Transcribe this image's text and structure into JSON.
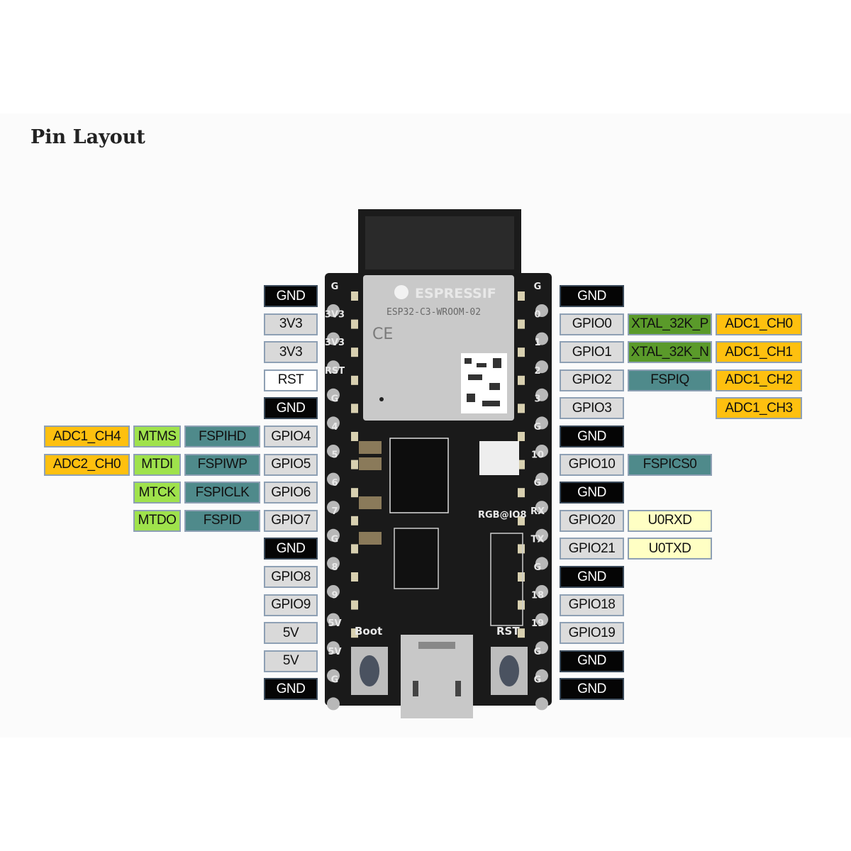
{
  "title": "Pin Layout",
  "colors": {
    "gnd": "#050505",
    "power": "#d9d9d9",
    "gpio": "#dcdcdc",
    "fspi": "#4f8a8b",
    "xtal": "#5a9a2a",
    "jtag": "#9fe24c",
    "adc": "#fec00f",
    "uart": "#ffffc4",
    "board": "#1a1a1a"
  },
  "board": {
    "module_brand": "ESPRESSIF",
    "module_model": "ESP32-C3-WROOM-02",
    "ce_mark": "CE",
    "rgb_label": "RGB@IO8",
    "boot_label": "Boot",
    "rst_label": "RST",
    "left_silk": [
      "G",
      "3V3",
      "3V3",
      "RST",
      "G",
      "4",
      "5",
      "6",
      "7",
      "G",
      "8",
      "9",
      "5V",
      "5V",
      "G"
    ],
    "right_silk": [
      "G",
      "0",
      "1",
      "2",
      "3",
      "G",
      "10",
      "G",
      "RX",
      "TX",
      "G",
      "18",
      "19",
      "G",
      "G"
    ]
  },
  "left_pins": [
    {
      "pin": "GND",
      "type": "gnd",
      "alts": []
    },
    {
      "pin": "3V3",
      "type": "pwr",
      "alts": []
    },
    {
      "pin": "3V3",
      "type": "pwr",
      "alts": []
    },
    {
      "pin": "RST",
      "type": "rst",
      "alts": []
    },
    {
      "pin": "GND",
      "type": "gnd",
      "alts": []
    },
    {
      "pin": "GPIO4",
      "type": "gpio",
      "alts": [
        {
          "label": "FSPIHD",
          "type": "fspi"
        },
        {
          "label": "MTMS",
          "type": "mt"
        },
        {
          "label": "ADC1_CH4",
          "type": "adc"
        }
      ]
    },
    {
      "pin": "GPIO5",
      "type": "gpio",
      "alts": [
        {
          "label": "FSPIWP",
          "type": "fspi"
        },
        {
          "label": "MTDI",
          "type": "mt"
        },
        {
          "label": "ADC2_CH0",
          "type": "adc"
        }
      ]
    },
    {
      "pin": "GPIO6",
      "type": "gpio",
      "alts": [
        {
          "label": "FSPICLK",
          "type": "fspi"
        },
        {
          "label": "MTCK",
          "type": "mt"
        }
      ]
    },
    {
      "pin": "GPIO7",
      "type": "gpio",
      "alts": [
        {
          "label": "FSPID",
          "type": "fspi"
        },
        {
          "label": "MTDO",
          "type": "mt"
        }
      ]
    },
    {
      "pin": "GND",
      "type": "gnd",
      "alts": []
    },
    {
      "pin": "GPIO8",
      "type": "gpio",
      "alts": []
    },
    {
      "pin": "GPIO9",
      "type": "gpio",
      "alts": []
    },
    {
      "pin": "5V",
      "type": "pwr",
      "alts": []
    },
    {
      "pin": "5V",
      "type": "pwr",
      "alts": []
    },
    {
      "pin": "GND",
      "type": "gnd",
      "alts": []
    }
  ],
  "right_pins": [
    {
      "pin": "GND",
      "type": "gnd",
      "alts": []
    },
    {
      "pin": "GPIO0",
      "type": "gpio",
      "alts": [
        {
          "label": "XTAL_32K_P",
          "type": "xtal"
        },
        {
          "label": "ADC1_CH0",
          "type": "adc"
        }
      ]
    },
    {
      "pin": "GPIO1",
      "type": "gpio",
      "alts": [
        {
          "label": "XTAL_32K_N",
          "type": "xtal"
        },
        {
          "label": "ADC1_CH1",
          "type": "adc"
        }
      ]
    },
    {
      "pin": "GPIO2",
      "type": "gpio",
      "alts": [
        {
          "label": "FSPIQ",
          "type": "fspi"
        },
        {
          "label": "ADC1_CH2",
          "type": "adc"
        }
      ]
    },
    {
      "pin": "GPIO3",
      "type": "gpio",
      "alts": [
        null,
        {
          "label": "ADC1_CH3",
          "type": "adc"
        }
      ]
    },
    {
      "pin": "GND",
      "type": "gnd",
      "alts": []
    },
    {
      "pin": "GPIO10",
      "type": "gpio",
      "alts": [
        {
          "label": "FSPICS0",
          "type": "fspi"
        }
      ]
    },
    {
      "pin": "GND",
      "type": "gnd",
      "alts": []
    },
    {
      "pin": "GPIO20",
      "type": "gpio",
      "alts": [
        {
          "label": "U0RXD",
          "type": "uart"
        }
      ]
    },
    {
      "pin": "GPIO21",
      "type": "gpio",
      "alts": [
        {
          "label": "U0TXD",
          "type": "uart"
        }
      ]
    },
    {
      "pin": "GND",
      "type": "gnd",
      "alts": []
    },
    {
      "pin": "GPIO18",
      "type": "gpio",
      "alts": []
    },
    {
      "pin": "GPIO19",
      "type": "gpio",
      "alts": []
    },
    {
      "pin": "GND",
      "type": "gnd",
      "alts": []
    },
    {
      "pin": "GND",
      "type": "gnd",
      "alts": []
    }
  ]
}
